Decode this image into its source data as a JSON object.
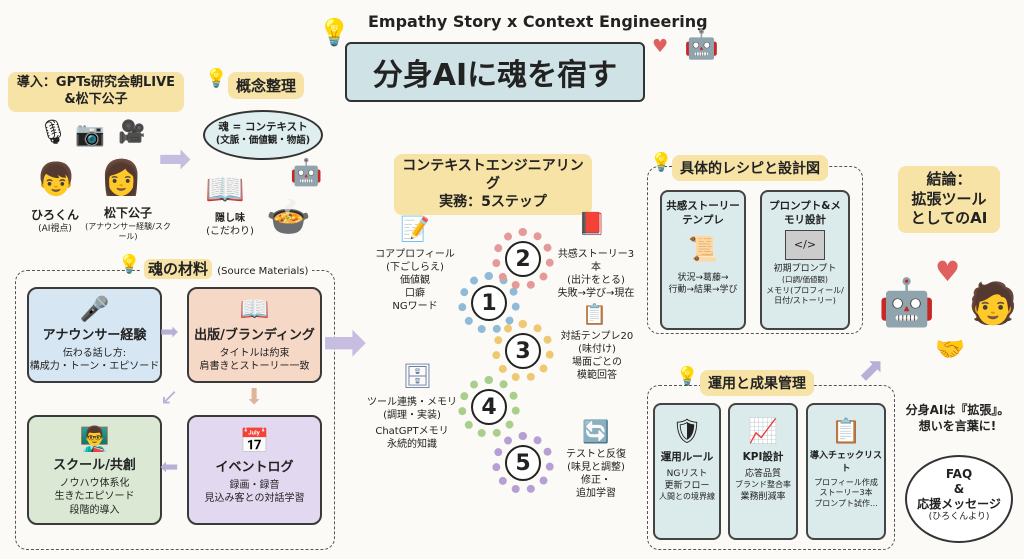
{
  "header": {
    "subtitle": "Empathy Story x Context Engineering",
    "title": "分身AIに魂を宿す"
  },
  "intro": {
    "label_line1": "導入：GPTs研究会朝LIVE",
    "label_line2": "&松下公子",
    "person1_name": "ひろくん",
    "person1_note": "(AI視点)",
    "person2_name": "松下公子",
    "person2_note": "(アナウンサー経験/スクール)"
  },
  "concept": {
    "label": "概念整理",
    "bubble_line1": "魂 = コンテキスト",
    "bubble_line2": "(文脈・価値観・物語)",
    "secret_line1": "隠し味",
    "secret_line2": "(こだわり)"
  },
  "materials": {
    "label": "魂の材料",
    "label_en": "(Source Materials)",
    "cards": [
      {
        "title": "アナウンサー経験",
        "lines": [
          "伝わる話し方:",
          "構成力・トーン・エピソード"
        ]
      },
      {
        "title": "出版/ブランディング",
        "lines": [
          "タイトルは約束",
          "肩書きとストーリー一致"
        ]
      },
      {
        "title": "スクール/共創",
        "lines": [
          "ノウハウ体系化",
          "生きたエピソード",
          "段階的導入"
        ]
      },
      {
        "title": "イベントログ",
        "lines": [
          "録画・録音",
          "見込み客との対話学習"
        ]
      }
    ]
  },
  "steps": {
    "title_line1": "コンテキストエンジニアリング",
    "title_line2": "実務：5ステップ",
    "items": [
      {
        "num": "1",
        "lines": [
          "コアプロフィール",
          "(下ごしらえ)",
          "価値観",
          "口癖",
          "NGワード"
        ]
      },
      {
        "num": "2",
        "lines": [
          "共感ストーリー3本",
          "(出汁をとる)",
          "失敗→学び→現在"
        ]
      },
      {
        "num": "3",
        "lines": [
          "対話テンプレ20",
          "(味付け)",
          "場面ごとの",
          "模範回答"
        ]
      },
      {
        "num": "4",
        "lines": [
          "ツール連携・メモリ",
          "(調理・実装)",
          "ChatGPTメモリ",
          "永続的知識"
        ]
      },
      {
        "num": "5",
        "lines": [
          "テストと反復",
          "(味見と調整)",
          "修正・",
          "追加学習"
        ]
      }
    ]
  },
  "recipe": {
    "label": "具体的レシピと設計図",
    "cards": [
      {
        "title": "共感ストーリーテンプレ",
        "lines": [
          "状況→葛藤→",
          "行動→結果→学び"
        ]
      },
      {
        "title": "プロンプト&メモリ設計",
        "lines": [
          "初期プロンプト",
          "(口調/価値観)",
          "メモリ(プロフィール/",
          "日付/ストーリー)"
        ]
      }
    ]
  },
  "ops": {
    "label": "運用と成果管理",
    "cards": [
      {
        "title": "運用ルール",
        "lines": [
          "NGリスト",
          "更新フロー",
          "人間との境界線"
        ]
      },
      {
        "title": "KPI設計",
        "lines": [
          "応答品質",
          "ブランド整合率",
          "業務削減率"
        ]
      },
      {
        "title": "導入チェックリスト",
        "lines": [
          "プロフィール作成",
          "ストーリー3本",
          "プロンプト試作..."
        ]
      }
    ]
  },
  "conclusion": {
    "label_line1": "結論：",
    "label_line2": "拡張ツール",
    "label_line3": "としてのAI",
    "message_line1": "分身AIは『拡張』。",
    "message_line2": "想いを言葉に!"
  },
  "faq": {
    "line1": "FAQ",
    "line2": "&",
    "line3": "応援メッセージ",
    "line4": "(ひろくんより)"
  }
}
